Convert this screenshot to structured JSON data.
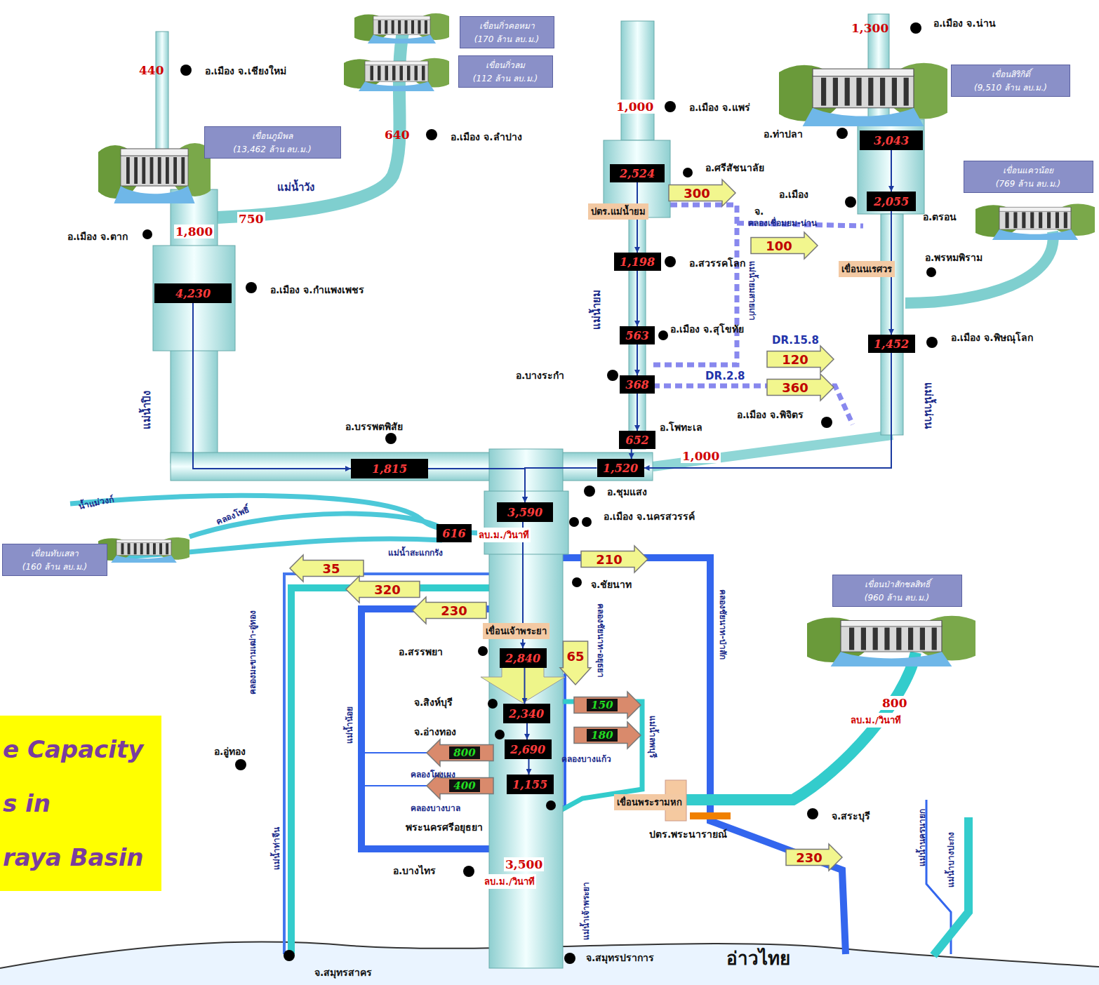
{
  "diagram": {
    "nodes": [
      {
        "text": [
          "e Capacity",
          "s in",
          "raya Basin"
        ]
      },
      {
        "text": [
          "เขื่อนกิ่วคอหมา",
          "(170 ล้าน ลบ.ม.)"
        ]
      },
      {
        "text": [
          "เขื่อนกิ่วลม",
          "(112 ล้าน ลบ.ม.)"
        ]
      },
      {
        "text": [
          "เขื่อนภูมิพล",
          "(13,462 ล้าน ลบ.ม.)"
        ]
      },
      {
        "text": [
          "เขื่อนสิริกิติ์",
          "(9,510 ล้าน ลบ.ม.)"
        ]
      },
      {
        "text": [
          "เขื่อนแควน้อย",
          "(769 ล้าน ลบ.ม.)"
        ]
      },
      {
        "text": [
          "เขื่อนทับเสลา",
          "(160 ล้าน ลบ.ม.)"
        ]
      },
      {
        "text": [
          "เขื่อนป่าสักชลสิทธิ์",
          "(960 ล้าน ลบ.ม.)"
        ]
      },
      {
        "text": [
          "4,230"
        ]
      },
      {
        "text": [
          "2,524"
        ]
      },
      {
        "text": [
          "1,198"
        ]
      },
      {
        "text": [
          "563"
        ]
      },
      {
        "text": [
          "368"
        ]
      },
      {
        "text": [
          "652"
        ]
      },
      {
        "text": [
          "3,043"
        ]
      },
      {
        "text": [
          "2,055"
        ]
      },
      {
        "text": [
          "1,452"
        ]
      },
      {
        "text": [
          "1,815"
        ]
      },
      {
        "text": [
          "1,520"
        ]
      },
      {
        "text": [
          "3,590"
        ]
      },
      {
        "text": [
          "616"
        ]
      },
      {
        "text": [
          "2,840"
        ]
      },
      {
        "text": [
          "2,340"
        ]
      },
      {
        "text": [
          "2,690"
        ]
      },
      {
        "text": [
          "1,155"
        ]
      },
      {
        "text": [
          "300"
        ]
      },
      {
        "text": [
          "100"
        ]
      },
      {
        "text": [
          "120"
        ]
      },
      {
        "text": [
          "360"
        ]
      },
      {
        "text": [
          "35"
        ]
      },
      {
        "text": [
          "320"
        ]
      },
      {
        "text": [
          "230"
        ]
      },
      {
        "text": [
          "210"
        ]
      },
      {
        "text": [
          "65"
        ]
      },
      {
        "text": [
          "230"
        ]
      },
      {
        "text": [
          "150"
        ]
      },
      {
        "text": [
          "180"
        ]
      },
      {
        "text": [
          "800"
        ]
      },
      {
        "text": [
          "400"
        ]
      }
    ],
    "edges": [
      {
        "from": 8,
        "to": 17,
        "arrow": "to"
      },
      {
        "from": 17,
        "to": 19,
        "arrow": "to"
      },
      {
        "from": 18,
        "to": 19,
        "arrow": "to"
      },
      {
        "from": 9,
        "to": 10,
        "arrow": "to"
      },
      {
        "from": 10,
        "to": 11,
        "arrow": "to"
      },
      {
        "from": 11,
        "to": 12,
        "arrow": "to"
      },
      {
        "from": 12,
        "to": 13,
        "arrow": "to"
      },
      {
        "from": 13,
        "to": 18,
        "arrow": "to"
      },
      {
        "from": 14,
        "to": 15,
        "arrow": "to"
      },
      {
        "from": 15,
        "to": 16,
        "arrow": "to"
      },
      {
        "from": 16,
        "to": 18,
        "arrow": "to"
      },
      {
        "from": 19,
        "to": 21,
        "arrow": "to"
      },
      {
        "from": 21,
        "to": 22,
        "arrow": "to"
      },
      {
        "from": 22,
        "to": 23,
        "arrow": "to"
      },
      {
        "from": 23,
        "to": 24,
        "arrow": "to"
      }
    ],
    "labels": [
      "440",
      "อ.เมือง จ.เชียงใหม่",
      "640",
      "อ.เมือง จ.ลำปาง",
      "แม่น้ำวัง",
      "750",
      "1,800",
      "อ.เมือง จ.ตาก",
      "อ.เมือง จ.กำแพงเพชร",
      "แม่น้ำปิง",
      "1,000",
      "อ.เมือง จ.แพร่",
      "อ.ศรีสัชนาลัย",
      "ปตร.แม่น้ำยม",
      "จ.",
      "คลองเชื่อมยม-น่าน",
      "อ.สวรรคโลก",
      "แม่น้ำยม",
      "แม่น้ำยมสายเก่า",
      "อ.เมือง จ.สุโขทัย",
      "DR.15.8",
      "อ.บางระกำ",
      "DR.2.8",
      "อ.เมือง จ.พิจิตร",
      "อ.โพทะเล",
      "1,000",
      "1,300",
      "อ.เมือง จ.น่าน",
      "อ.ท่าปลา",
      "อ.เมือง",
      "อ.ตรอน",
      "เขื่อนนเรศวร",
      "อ.พรหมพิราม",
      "อ.เมือง จ.พิษณุโลก",
      "แม่น้ำน่าน",
      "อ.บรรพตพิสัย",
      "อ.ชุมแสง",
      "อ.เมือง จ.นครสวรรค์",
      "ลบ.ม./วินาที",
      "แม่น้ำสะแกกรัง",
      "น้ำแม่วงก์",
      "คลองโพธิ์",
      "จ.ชัยนาท",
      "เขื่อนเจ้าพระยา",
      "อ.สรรพยา",
      "คลองชัยนาท-อยุธยา",
      "คลองชัยนาท-ป่าสัก",
      "คลองมะขามเฒ่า-อู่ทอง",
      "แม่น้ำน้อย",
      "จ.สิงห์บุรี",
      "จ.อ่างทอง",
      "แม่น้ำลพบุรี",
      "คลองบางแก้ว",
      "อ.อู่ทอง",
      "คลองโผงเผง",
      "คลองบางบาล",
      "พระนครศรีอยุธยา",
      "เขื่อนพระรามหก",
      "ปตร.พระนารายณ์",
      "จ.สระบุรี",
      "800",
      "ลบ.ม./วินาที",
      "อ.บางไทร",
      "3,500",
      "ลบ.ม./วินาที",
      "แม่น้ำท่าจีน",
      "แม่น้ำเจ้าพระยา",
      "แม่น้ำนครนายก",
      "แม่น้ำบางปะกง",
      "จ.สมุทรสาคร",
      "จ.สมุทรปราการ",
      "อ่าวไทย"
    ]
  }
}
